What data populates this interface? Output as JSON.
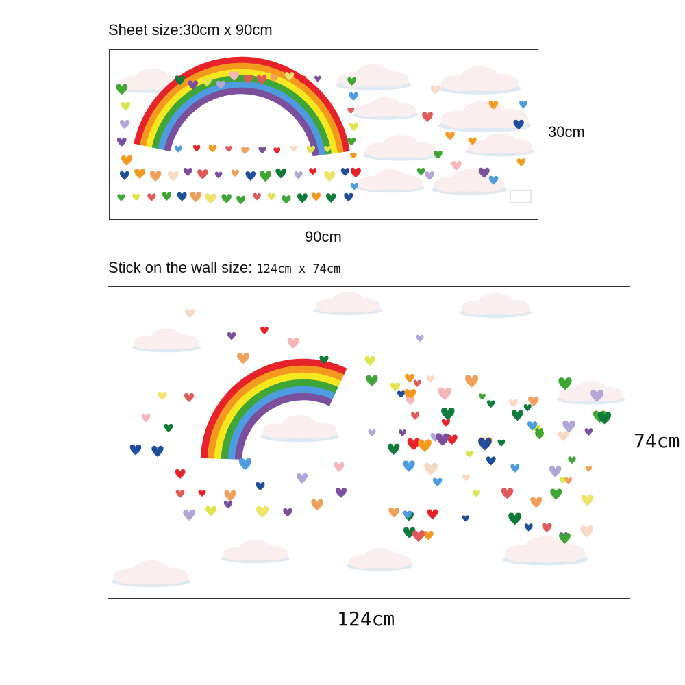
{
  "sheet": {
    "title": "Sheet size:30cm x 90cm",
    "width_label": "90cm",
    "height_label": "30cm"
  },
  "wall": {
    "title_prefix": "Stick on the wall size: ",
    "title_dims": "124cm x 74cm",
    "height_label": "74cm",
    "width_label": "124cm"
  },
  "colors": {
    "red": "#e8222b",
    "orange": "#f39a1e",
    "yellow": "#f6e71e",
    "green": "#3fa535",
    "blue": "#4d9be0",
    "purple": "#7b4f9b",
    "cloud": "#fbeeee",
    "cloud_edge": "#dfe9f2"
  }
}
